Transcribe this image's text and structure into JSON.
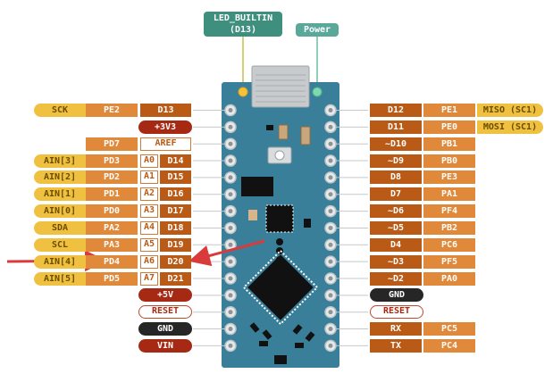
{
  "top_labels": {
    "led_builtin_line1": "LED_BUILTIN",
    "led_builtin_line2": "(D13)",
    "power": "Power"
  },
  "left_rows": [
    {
      "outer": "SCK",
      "port": "PE2",
      "pin": "D13",
      "alt": ""
    },
    {
      "outer": "",
      "port": "",
      "pin": "+3V3",
      "alt": ""
    },
    {
      "outer": "",
      "port": "PD7",
      "pin": "AREF",
      "alt": ""
    },
    {
      "outer": "AIN[3]",
      "port": "PD3",
      "pin": "D14",
      "alt": "A0"
    },
    {
      "outer": "AIN[2]",
      "port": "PD2",
      "pin": "D15",
      "alt": "A1"
    },
    {
      "outer": "AIN[1]",
      "port": "PD1",
      "pin": "D16",
      "alt": "A2"
    },
    {
      "outer": "AIN[0]",
      "port": "PD0",
      "pin": "D17",
      "alt": "A3"
    },
    {
      "outer": "SDA",
      "port": "PA2",
      "pin": "D18",
      "alt": "A4"
    },
    {
      "outer": "SCL",
      "port": "PA3",
      "pin": "D19",
      "alt": "A5"
    },
    {
      "outer": "AIN[4]",
      "port": "PD4",
      "pin": "D20",
      "alt": "A6"
    },
    {
      "outer": "AIN[5]",
      "port": "PD5",
      "pin": "D21",
      "alt": "A7"
    },
    {
      "outer": "",
      "port": "",
      "pin": "+5V",
      "alt": ""
    },
    {
      "outer": "",
      "port": "",
      "pin": "RESET",
      "alt": ""
    },
    {
      "outer": "",
      "port": "",
      "pin": "GND",
      "alt": ""
    },
    {
      "outer": "",
      "port": "",
      "pin": "VIN",
      "alt": ""
    }
  ],
  "right_rows": [
    {
      "pin": "D12",
      "port": "PE1",
      "outer": "MISO (SC1)"
    },
    {
      "pin": "D11",
      "port": "PE0",
      "outer": "MOSI (SC1)"
    },
    {
      "pin": "~D10",
      "port": "PB1",
      "outer": ""
    },
    {
      "pin": "~D9",
      "port": "PB0",
      "outer": ""
    },
    {
      "pin": "D8",
      "port": "PE3",
      "outer": ""
    },
    {
      "pin": "D7",
      "port": "PA1",
      "outer": ""
    },
    {
      "pin": "~D6",
      "port": "PF4",
      "outer": ""
    },
    {
      "pin": "~D5",
      "port": "PB2",
      "outer": ""
    },
    {
      "pin": "D4",
      "port": "PC6",
      "outer": ""
    },
    {
      "pin": "~D3",
      "port": "PF5",
      "outer": ""
    },
    {
      "pin": "~D2",
      "port": "PA0",
      "outer": ""
    },
    {
      "pin": "GND",
      "port": "",
      "outer": ""
    },
    {
      "pin": "RESET",
      "port": "",
      "outer": ""
    },
    {
      "pin": "RX",
      "port": "PC5",
      "outer": ""
    },
    {
      "pin": "TX",
      "port": "PC4",
      "outer": ""
    }
  ],
  "colors": {
    "pcb": "#3a7f99",
    "pcb_dark": "#245a70",
    "arrow": "#d93a3a",
    "pin_ring": "#bfc5c8"
  }
}
